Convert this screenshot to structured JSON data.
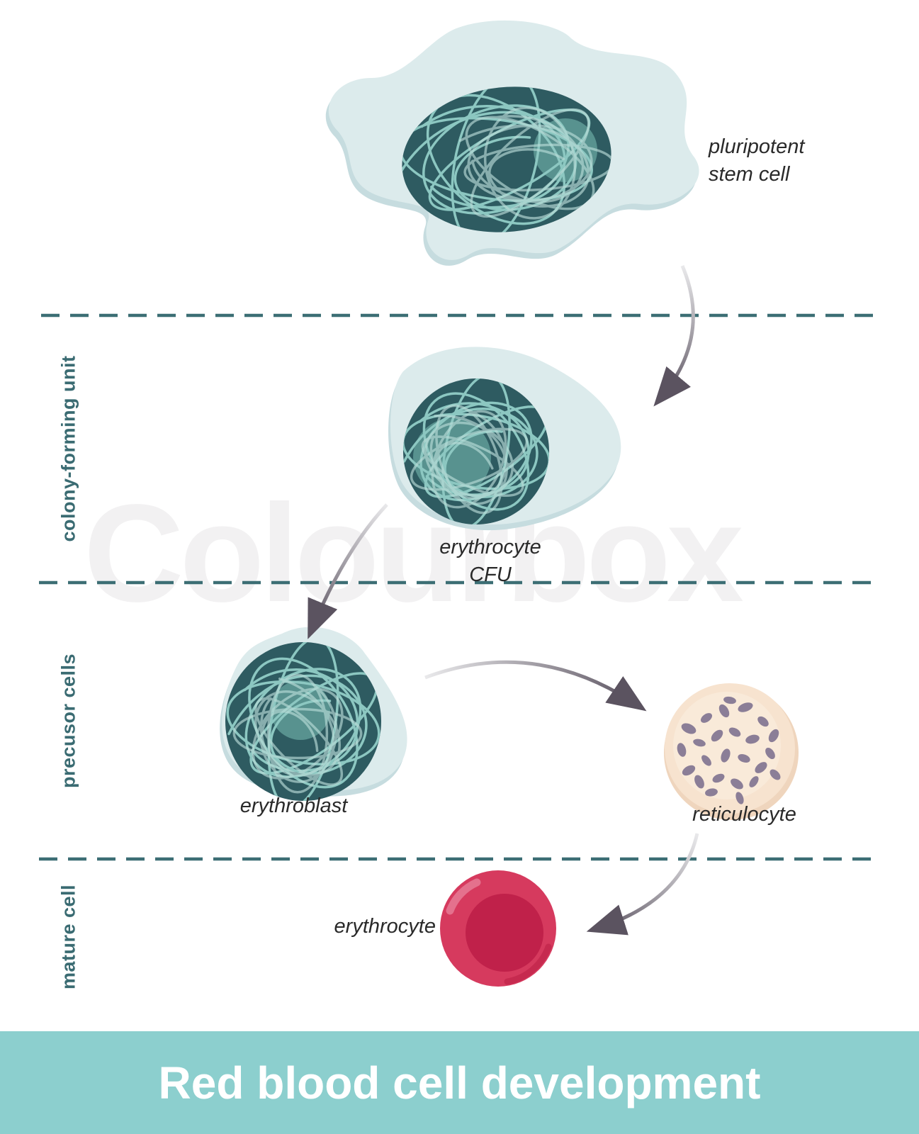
{
  "diagram": {
    "watermark": "Colourbox",
    "banner_title": "Red blood cell development"
  },
  "sections": [
    {
      "label": "colony-forming unit"
    },
    {
      "label": "precusor cells"
    },
    {
      "label": "mature cell"
    }
  ],
  "stages": [
    {
      "name": "pluripotent stem cell",
      "label": "pluripotent stem cell"
    },
    {
      "name": "erythrocyte CFU",
      "label": "erythrocyte CFU"
    },
    {
      "name": "erythroblast",
      "label": "erythroblast"
    },
    {
      "name": "reticulocyte",
      "label": "reticulocyte"
    },
    {
      "name": "erythrocyte",
      "label": "erythrocyte"
    }
  ],
  "colors": {
    "page-bg": "#ffffff",
    "watermark": "#f2f1f2",
    "banner-bg": "#8ccfce",
    "banner-text": "#ffffff",
    "section-text": "#3a6b72",
    "label-text": "#2a2a2a",
    "dash": "#3c6e74",
    "cyto": "#dcebec",
    "cyto-edge": "#c6dcdf",
    "nucleus": "#2e5b61",
    "nucleolus": "#58928f",
    "thread": "#8cc7c1",
    "thread2": "#b8dcd8",
    "retic-rim": "#efd5bd",
    "retic-body": "#f7e3cf",
    "retic-core": "#f9ead9",
    "speckle": "#8b7e97",
    "rbc-outer": "#d63a5e",
    "rbc-inner": "#c0214a",
    "rbc-highlight": "#e4718d",
    "rbc-shade": "#b91d44",
    "arrow-dark": "#5b5360",
    "arrow-light": "#e9e9eb"
  }
}
